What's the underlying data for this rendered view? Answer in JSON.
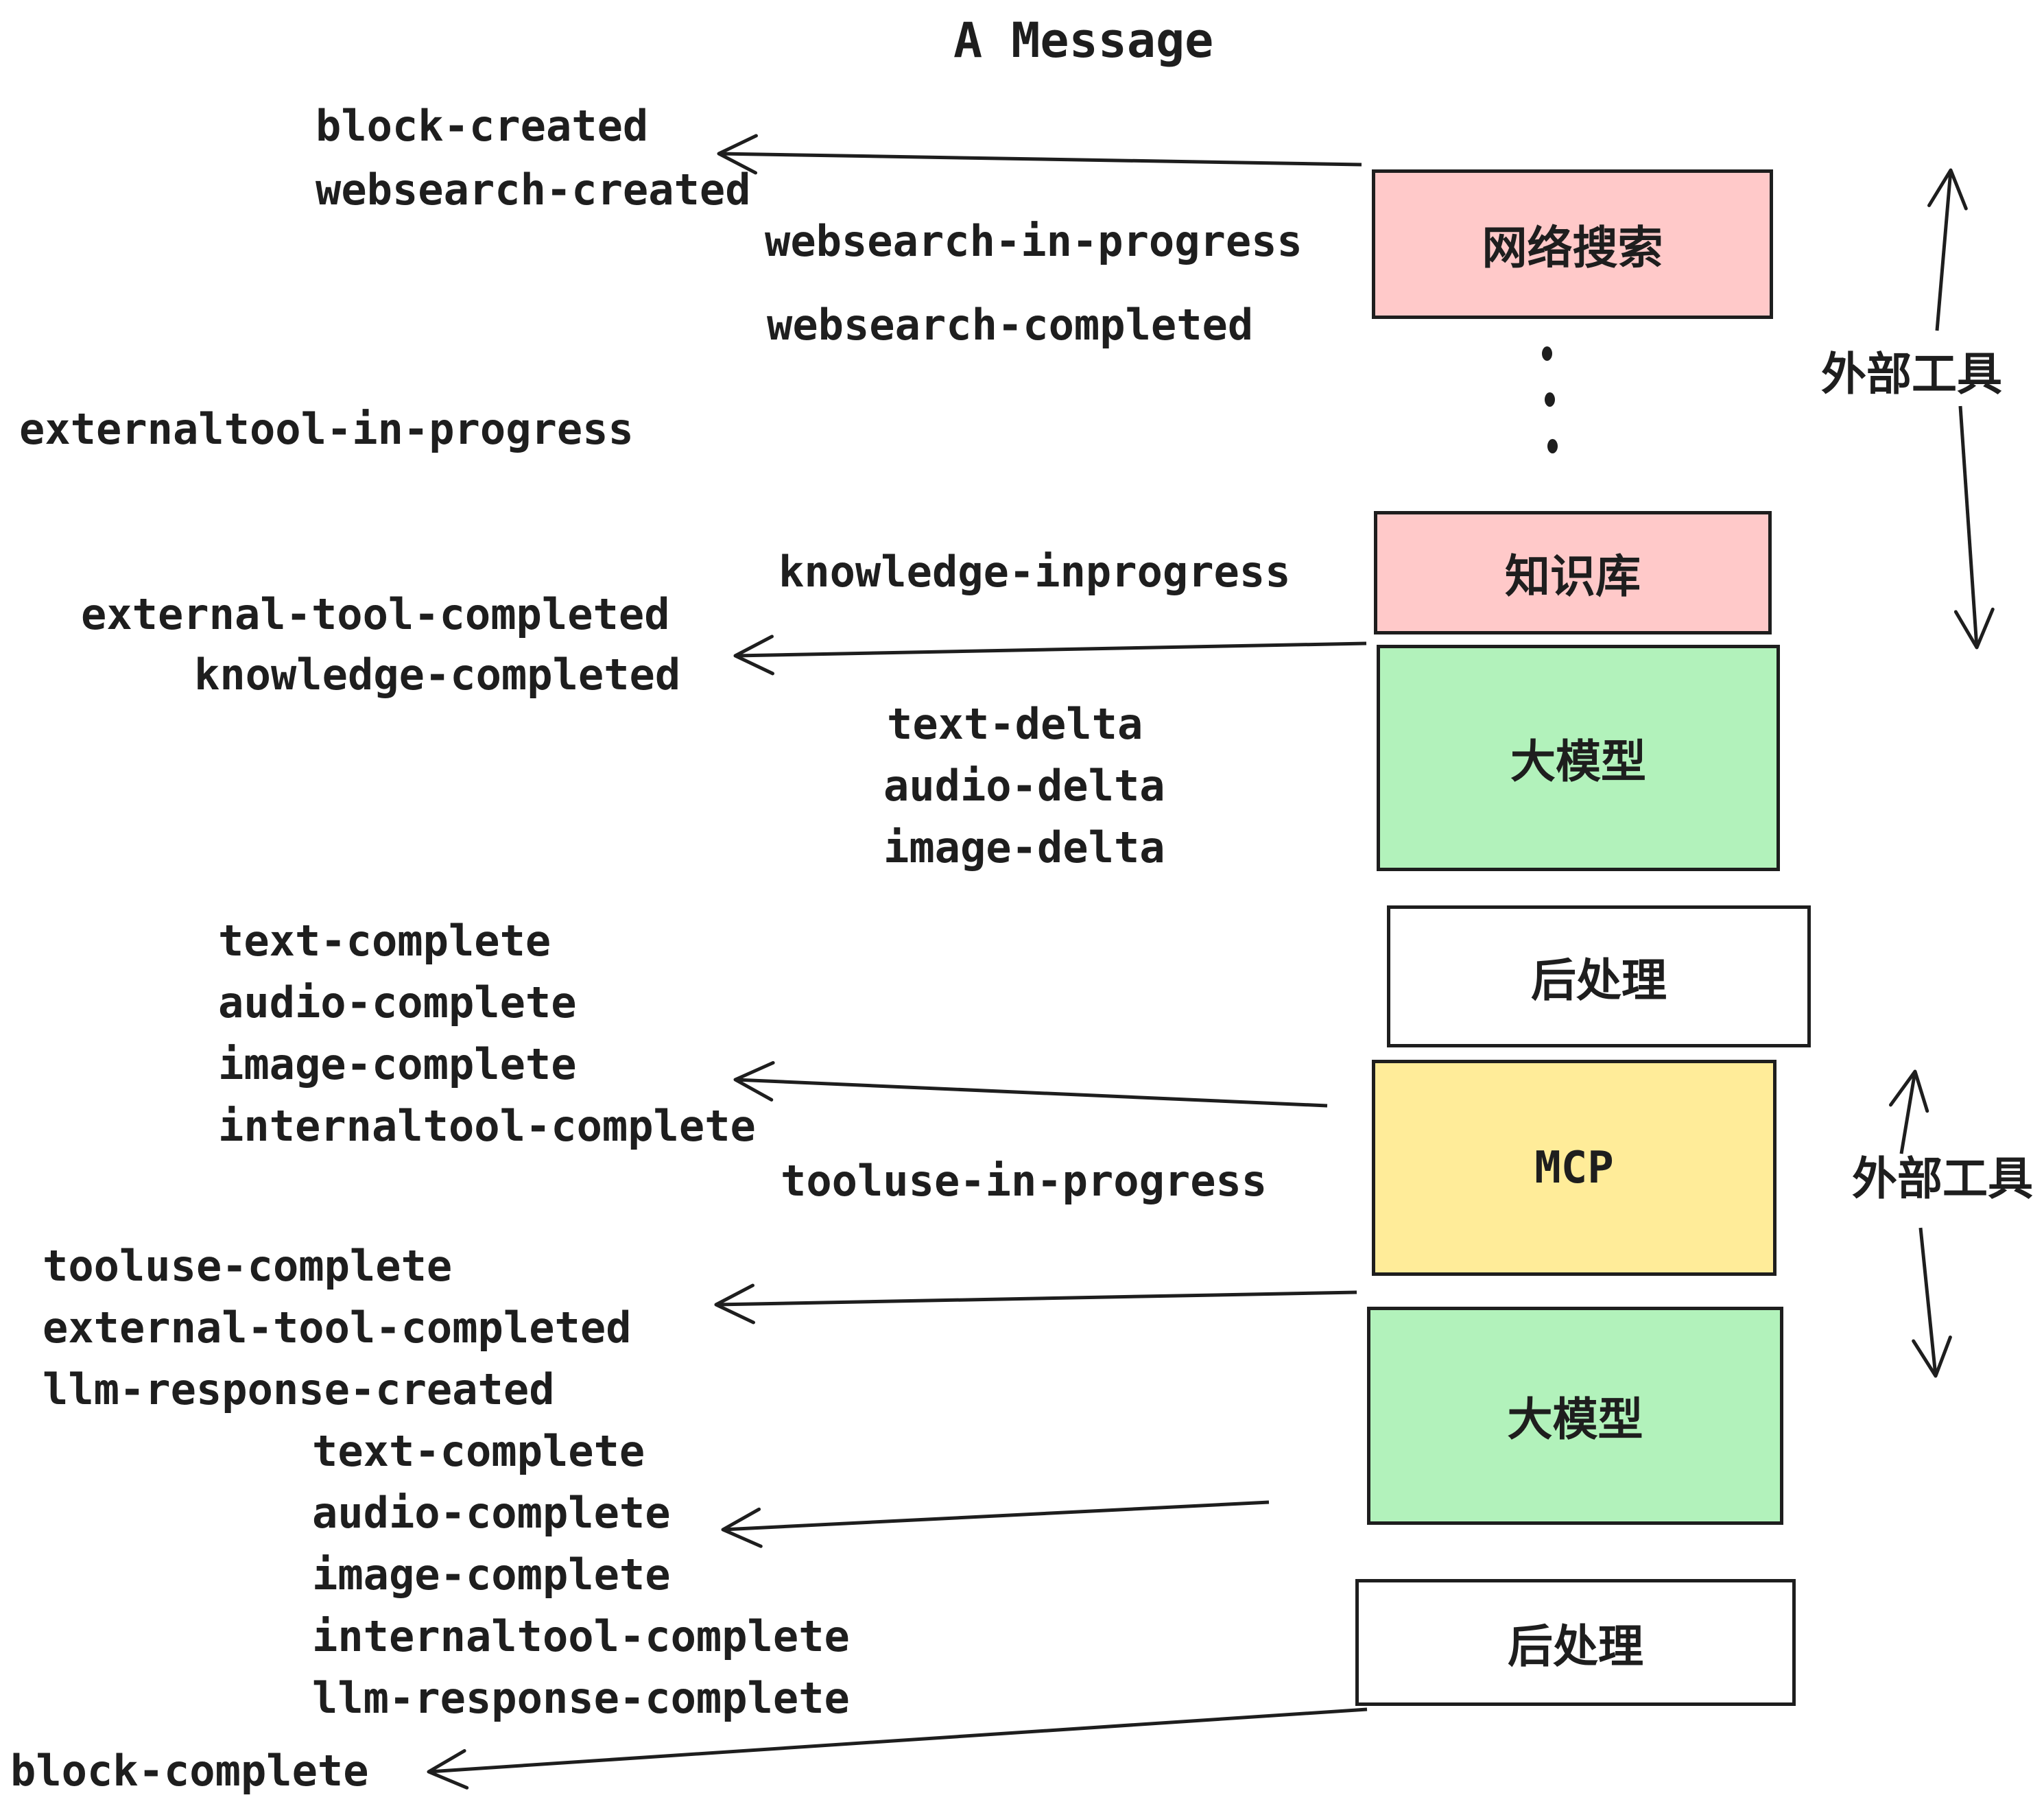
{
  "title": "A Message",
  "colors": {
    "ink": "#1e1e1e",
    "pink": "#ffc9c9",
    "green": "#b2f2bb",
    "yellow": "#ffec99",
    "white": "#ffffff"
  },
  "events": [
    "block-created",
    "websearch-created",
    "websearch-in-progress",
    "websearch-completed",
    "externaltool-in-progress",
    "knowledge-inprogress",
    "external-tool-completed",
    "knowledge-completed",
    "text-delta",
    "audio-delta",
    "image-delta",
    "text-complete",
    "audio-complete",
    "image-complete",
    "internaltool-complete",
    "tooluse-in-progress",
    "tooluse-complete",
    "external-tool-completed",
    "llm-response-created",
    "text-complete",
    "audio-complete",
    "image-complete",
    "internaltool-complete",
    "llm-response-complete",
    "block-complete"
  ],
  "boxes": [
    {
      "label": "网络搜索",
      "color": "#ffc9c9"
    },
    {
      "label": "知识库",
      "color": "#ffc9c9"
    },
    {
      "label": "大模型",
      "color": "#b2f2bb"
    },
    {
      "label": "后处理",
      "color": "#ffffff"
    },
    {
      "label": "MCP",
      "color": "#ffec99"
    },
    {
      "label": "大模型",
      "color": "#b2f2bb"
    },
    {
      "label": "后处理",
      "color": "#ffffff"
    }
  ],
  "side_labels": [
    {
      "label": "外部工具"
    },
    {
      "label": "外部工具"
    }
  ]
}
